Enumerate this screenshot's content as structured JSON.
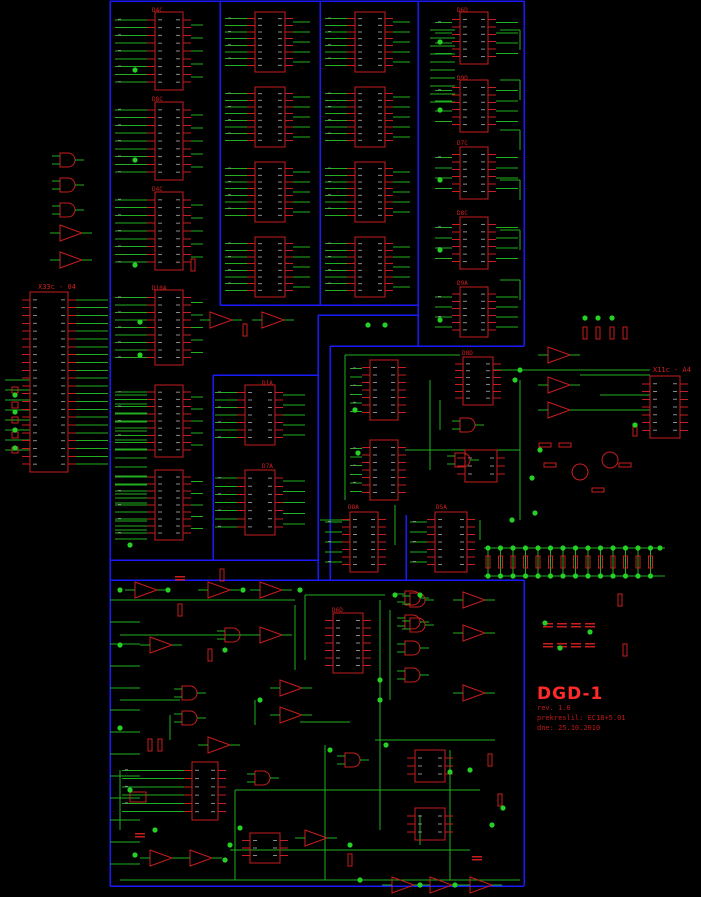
{
  "colors": {
    "background": "#000000",
    "bus": "#1a1aff",
    "wire": "#20b020",
    "component": "#c81e1e",
    "junction": "#26d026",
    "text": "#d02020"
  },
  "connectors": {
    "left": "X33c - 04",
    "right": "X11c - A4"
  },
  "chip_labels": [
    {
      "id": "d4c",
      "text": "D4C"
    },
    {
      "id": "d8c_top",
      "text": "D8C"
    },
    {
      "id": "d4c_2",
      "text": "D4C"
    },
    {
      "id": "d10a",
      "text": "D10A"
    },
    {
      "id": "d6d",
      "text": "D6D"
    },
    {
      "id": "d9d",
      "text": "D9D"
    },
    {
      "id": "d7c",
      "text": "D7C"
    },
    {
      "id": "d8c",
      "text": "D8C"
    },
    {
      "id": "d9a",
      "text": "D9A"
    },
    {
      "id": "d1a",
      "text": "D1A"
    },
    {
      "id": "d7a",
      "text": "D7A"
    },
    {
      "id": "d8d",
      "text": "D8D"
    },
    {
      "id": "d8a_low",
      "text": "D8A"
    },
    {
      "id": "d5a",
      "text": "D5A"
    },
    {
      "id": "d6d_low",
      "text": "D6D"
    }
  ],
  "title_block": {
    "title": "DGD-1",
    "revision": "rev. 1.0",
    "author": "prekreslil: EC18+5.01",
    "date": "dne: 25.10.2010"
  }
}
